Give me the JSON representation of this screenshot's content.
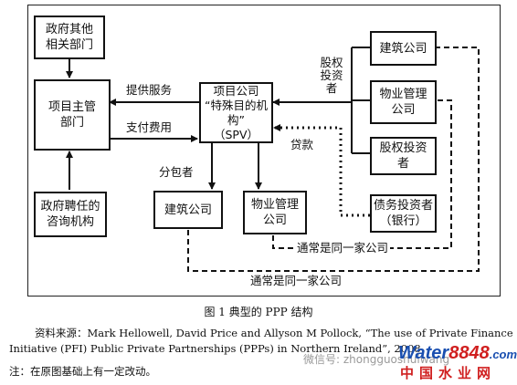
{
  "nodes": {
    "gov_other": "政府其他相关部门",
    "project_dept": "项目主管部门",
    "consult": "政府聘任的咨询机构",
    "spv": "项目公司\n“特殊目的机构”\n（SPV）",
    "construction_right": "建筑公司",
    "property_right": "物业管理公司",
    "equity_investor": "股权投资者",
    "debt_investor": "债务投资者（银行）",
    "construction_bottom": "建筑公司",
    "property_bottom": "物业管理公司"
  },
  "labels": {
    "provide_service": "提供服务",
    "pay_fee": "支付费用",
    "equity": "股权投资者",
    "loan": "贷款",
    "subcontractor": "分包者",
    "same_company_1": "通常是同一家公司",
    "same_company_2": "通常是同一家公司"
  },
  "caption": "图  1    典型的 PPP 结构",
  "source": {
    "line1": "资料来源：Mark Hellowell, David Price and Allyson M Pollock, “The use of Private Finance",
    "line2": "Initiative (PFI) Public Private Partnerships (PPPs) in Northern Ireland”, 2008",
    "note": "注：在原图基础上有一定改动。"
  },
  "watermark": {
    "wechat": "微信号: zhongguoshuiwang",
    "logo_a": "Water",
    "logo_b": "8848",
    "logo_c": ".com",
    "logo_cn": "中国水业网"
  }
}
